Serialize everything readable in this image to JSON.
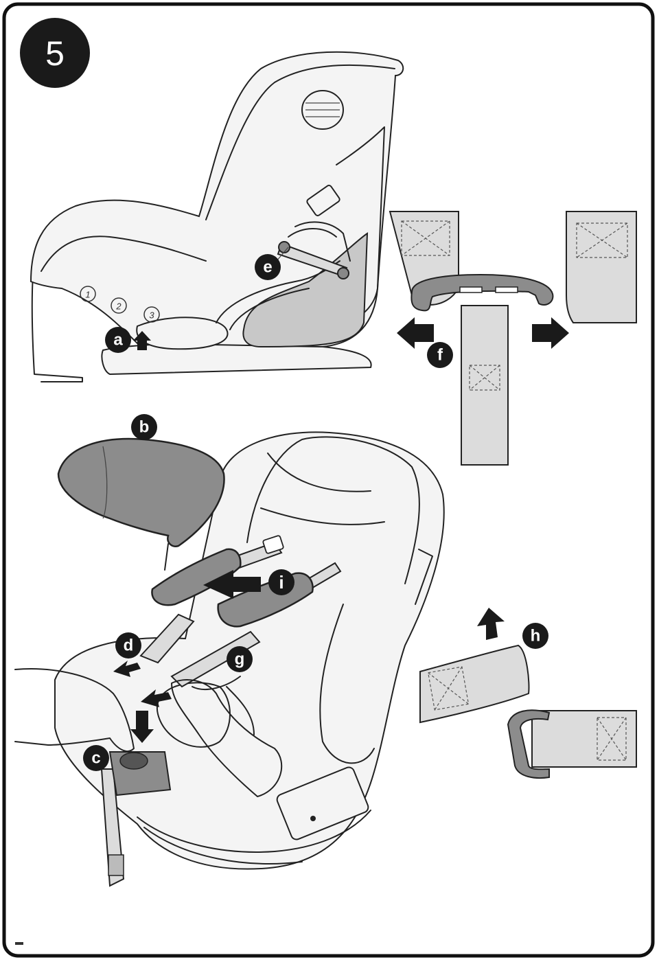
{
  "step_number": "5",
  "callouts": {
    "a": "a",
    "b": "b",
    "c": "c",
    "d": "d",
    "e": "e",
    "f": "f",
    "g": "g",
    "h": "h",
    "i": "i"
  },
  "recline_positions": [
    "1",
    "2",
    "3"
  ],
  "colors": {
    "ink": "#1a1a1a",
    "pad_gray": "#8c8c8c",
    "strap_gray": "#dcdcdc",
    "background": "#ffffff"
  }
}
